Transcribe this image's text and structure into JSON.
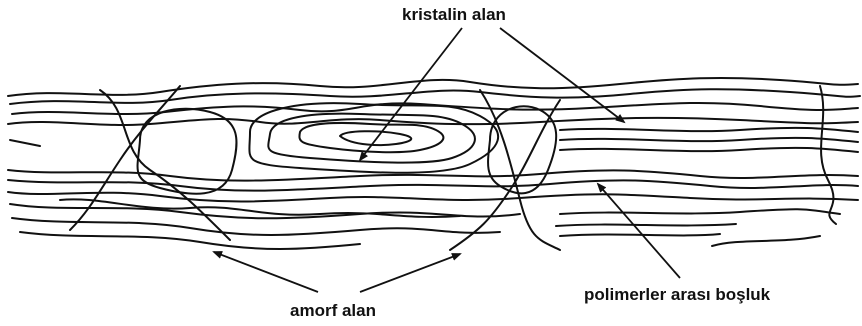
{
  "colors": {
    "ink": "#111111",
    "paper": "#ffffff"
  },
  "labels": {
    "crystalline": "kristalin alan",
    "amorphous": "amorf alan",
    "interpolymer_gap": "polimerler arası boşluk"
  }
}
